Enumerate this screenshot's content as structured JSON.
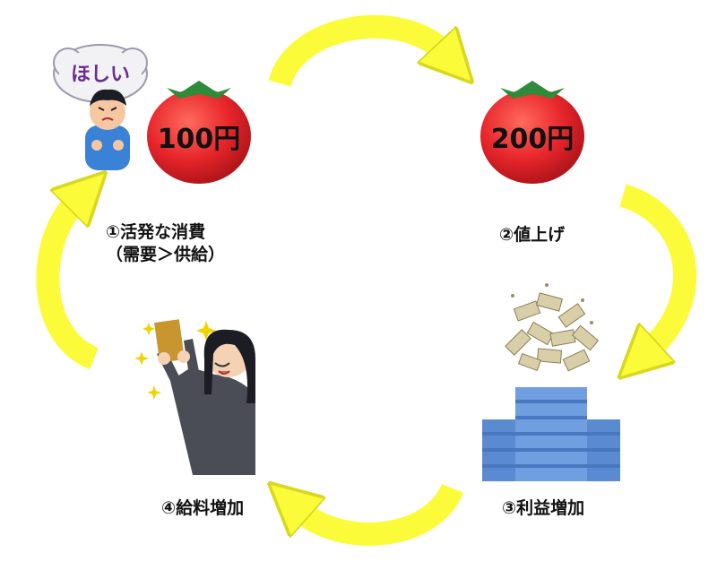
{
  "thought_bubble": "ほしい",
  "tomato_left": {
    "price": "100円"
  },
  "tomato_right": {
    "price": "200円"
  },
  "steps": {
    "consumption": {
      "line1": "①活発な消費",
      "line2": "（需要＞供給）"
    },
    "price_up": "②値上げ",
    "profit_up": "③利益増加",
    "salary_up": "④給料増加"
  },
  "colors": {
    "arrow": "#fbfb3a",
    "arrow_outline": "#d8d820",
    "tomato": "#e8262b",
    "tomato_shadow": "#b3161c",
    "leaf": "#2e8b3a",
    "building": "#6f9fe0",
    "suit": "#4a4d55",
    "envelope": "#c8952f"
  }
}
